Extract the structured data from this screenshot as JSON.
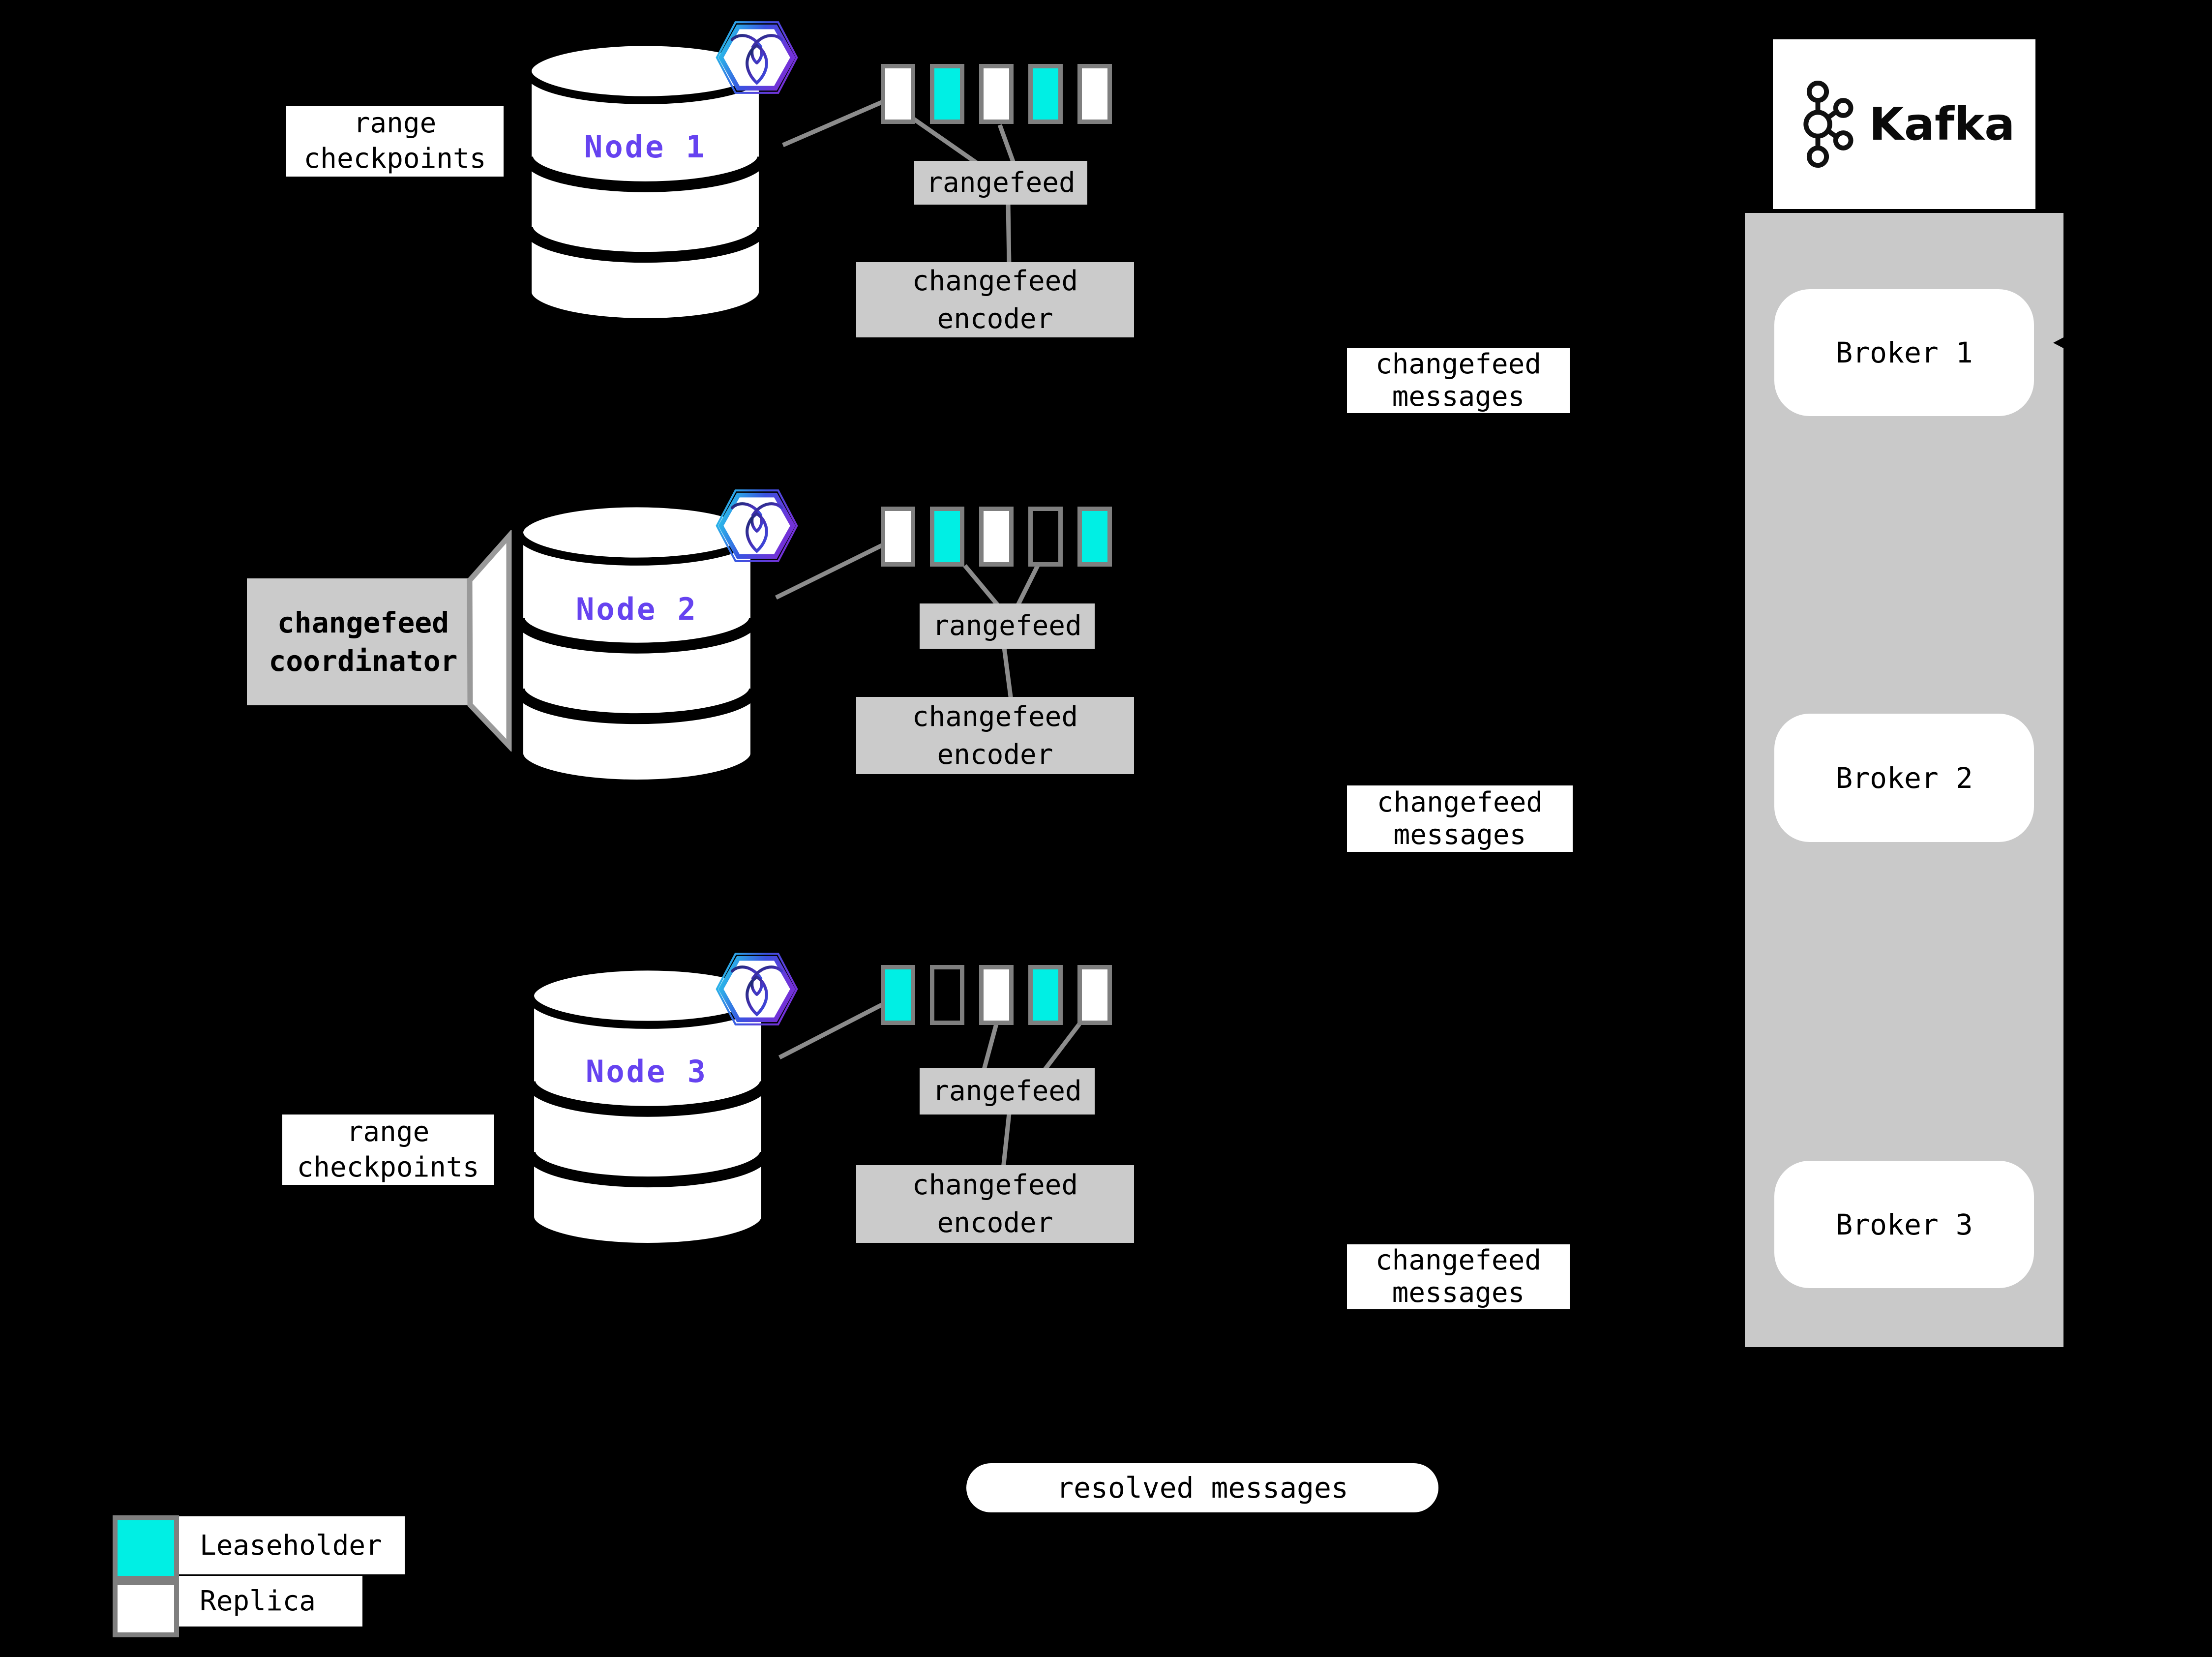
{
  "colors": {
    "background": "#000000",
    "leaseholder_fill": "#00EFE4",
    "replica_fill": "#FFFFFF",
    "range_border": "#7F7F7F",
    "node_label": "#6643F0",
    "panel_gray": "#CBCBCB",
    "kafka_column_gray": "#C9C9C9",
    "connector_gray": "#8C8C8C"
  },
  "nodes": [
    {
      "label": "Node 1",
      "ranges": [
        "replica",
        "leaseholder",
        "replica",
        "leaseholder",
        "replica"
      ]
    },
    {
      "label": "Node 2",
      "ranges": [
        "replica",
        "leaseholder",
        "replica",
        "none",
        "leaseholder"
      ]
    },
    {
      "label": "Node 3",
      "ranges": [
        "leaseholder",
        "none",
        "replica",
        "leaseholder",
        "replica"
      ]
    }
  ],
  "labels": {
    "range_checkpoints": "range checkpoints",
    "rangefeed": "rangefeed",
    "changefeed_encoder": "changefeed encoder",
    "changefeed_messages": "changefeed messages",
    "changefeed_coordinator": "changefeed coordinator",
    "resolved_messages": "resolved messages"
  },
  "kafka": {
    "title": "Kafka",
    "brokers": [
      {
        "label": "Broker 1"
      },
      {
        "label": "Broker 2"
      },
      {
        "label": "Broker 3"
      }
    ]
  },
  "legend": [
    {
      "label": "Leaseholder",
      "type": "leaseholder"
    },
    {
      "label": "Replica",
      "type": "replica"
    }
  ]
}
